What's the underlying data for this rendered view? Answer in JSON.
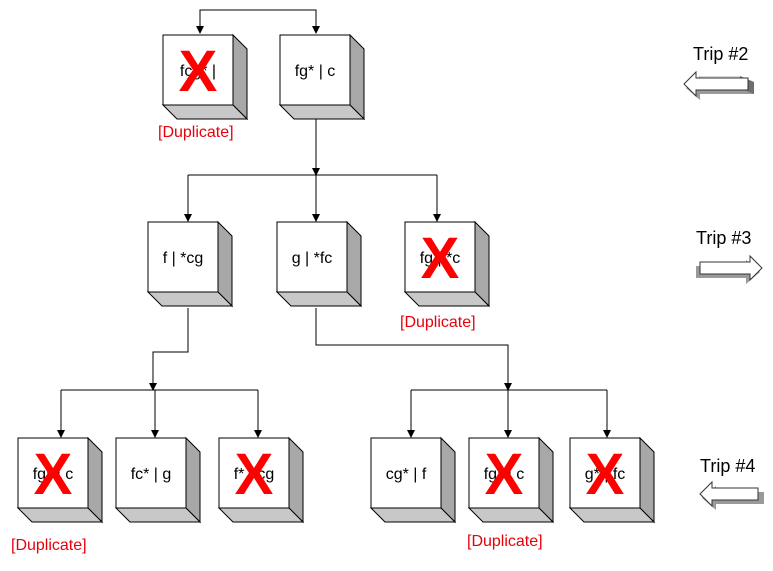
{
  "nodes": [
    {
      "id": "n1",
      "label": "fcg* |",
      "crossed": true,
      "mark": "X",
      "note": "[Duplicate]"
    },
    {
      "id": "n2",
      "label": "fg* | c",
      "crossed": false
    },
    {
      "id": "n3",
      "label": "f | *cg",
      "crossed": false
    },
    {
      "id": "n4",
      "label": "g | *fc",
      "crossed": false
    },
    {
      "id": "n5",
      "label": "fg | *c",
      "crossed": true,
      "mark": "X",
      "note": "[Duplicate]"
    },
    {
      "id": "n6",
      "label": "fg* | c",
      "crossed": true,
      "mark": "X",
      "note": "[Duplicate]"
    },
    {
      "id": "n7",
      "label": "fc* | g",
      "crossed": false
    },
    {
      "id": "n8",
      "label": "f* | cg",
      "crossed": true,
      "mark": "X"
    },
    {
      "id": "n9",
      "label": "cg* | f",
      "crossed": false
    },
    {
      "id": "n10",
      "label": "fg* | c",
      "crossed": true,
      "mark": "X",
      "note": "[Duplicate]"
    },
    {
      "id": "n11",
      "label": "g* | fc",
      "crossed": true,
      "mark": "X"
    }
  ],
  "trips": [
    {
      "label": "Trip #2",
      "direction": "left"
    },
    {
      "label": "Trip #3",
      "direction": "right"
    },
    {
      "label": "Trip #4",
      "direction": "left"
    }
  ],
  "colors": {
    "cross": "#ff0000",
    "duplicate": "#e8000b",
    "box_face": "#ffffff",
    "box_side": "#a8a8a8",
    "box_bottom": "#c8c8c8"
  }
}
